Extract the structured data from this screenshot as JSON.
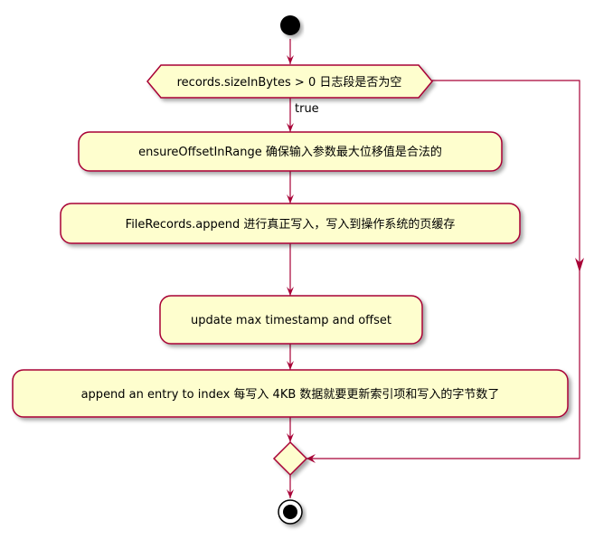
{
  "diagram": {
    "type": "activity",
    "colors": {
      "arrow": "#A80036",
      "node_fill": "#FEFECE",
      "node_border": "#A80036",
      "start_end": "#000000",
      "shadow": "#C8C8C8"
    },
    "condition": {
      "label": "records.sizeInBytes > 0 日志段是否为空",
      "true_label": "true"
    },
    "steps": [
      "ensureOffsetInRange  确保输入参数最大位移值是合法的",
      "FileRecords.append 进行真正写入，写入到操作系统的页缓存",
      "update max timestamp and offset",
      "append an entry to index 每写入 4KB 数据就要更新索引项和写入的字节数了"
    ]
  }
}
